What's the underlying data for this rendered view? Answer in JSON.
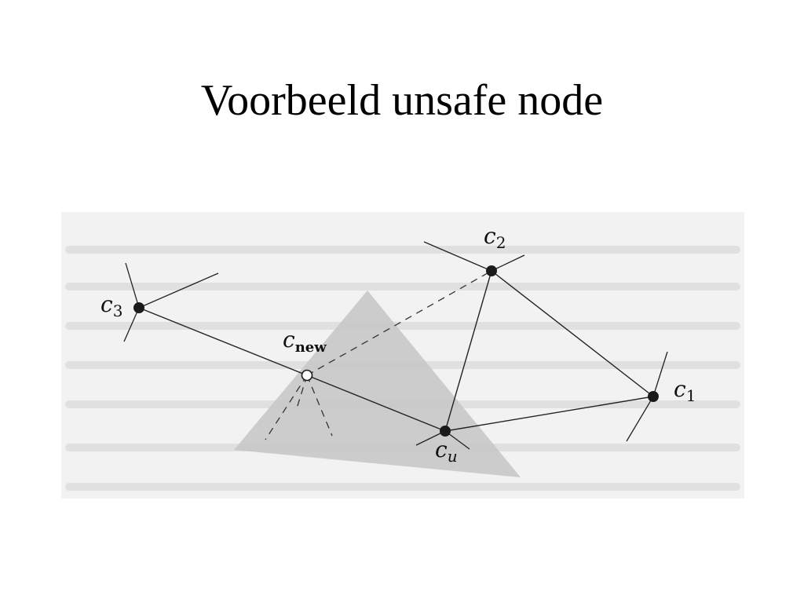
{
  "slide": {
    "title": "Voorbeeld unsafe node"
  },
  "diagram": {
    "nodes": [
      {
        "id": "c1",
        "base": "c",
        "sub": "1",
        "fill": "filled"
      },
      {
        "id": "c2",
        "base": "c",
        "sub": "2",
        "fill": "filled"
      },
      {
        "id": "c3",
        "base": "c",
        "sub": "3",
        "fill": "filled"
      },
      {
        "id": "cu",
        "base": "c",
        "sub": "u",
        "fill": "filled"
      },
      {
        "id": "cnew",
        "base": "c",
        "sub": "new",
        "fill": "hollow"
      }
    ],
    "colors": {
      "background_scan": "#f2f2f2",
      "triangle": "#c8c8c8",
      "line": "#222222",
      "node": "#1a1a1a"
    }
  }
}
